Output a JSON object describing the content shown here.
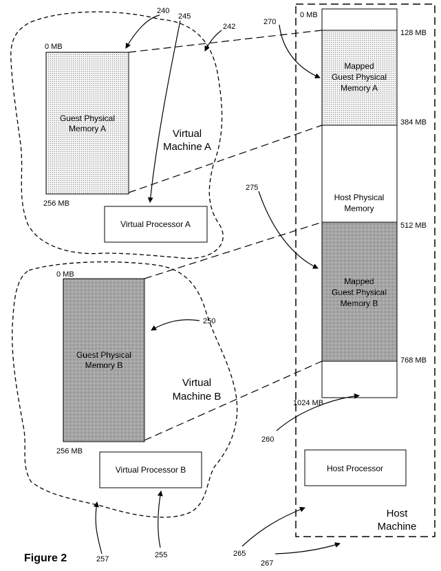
{
  "figure_label": "Figure 2",
  "vm_a": {
    "name_line1": "Virtual",
    "name_line2": "Machine A",
    "memory_line1": "Guest Physical",
    "memory_line2": "Memory A",
    "top_label": "0 MB",
    "bottom_label": "256 MB",
    "processor": "Virtual Processor A"
  },
  "vm_b": {
    "name_line1": "Virtual",
    "name_line2": "Machine B",
    "memory_line1": "Guest Physical",
    "memory_line2": "Memory B",
    "top_label": "0 MB",
    "bottom_label": "256 MB",
    "processor": "Virtual Processor B"
  },
  "host": {
    "name_line1": "Host",
    "name_line2": "Machine",
    "processor": "Host Processor",
    "memory_line1": "Host Physical",
    "memory_line2": "Memory",
    "mapped_a": [
      "Mapped",
      "Guest Physical",
      "Memory A"
    ],
    "mapped_b": [
      "Mapped",
      "Guest Physical",
      "Memory B"
    ],
    "labels": {
      "mb0": "0 MB",
      "mb128": "128 MB",
      "mb384": "384 MB",
      "mb512": "512 MB",
      "mb768": "768 MB",
      "mb1024": "1024 MB"
    }
  },
  "refs": {
    "r240": "240",
    "r242": "242",
    "r245": "245",
    "r250": "250",
    "r255": "255",
    "r257": "257",
    "r260": "260",
    "r265": "265",
    "r267": "267",
    "r270": "270",
    "r275": "275"
  },
  "colors": {
    "stroke": "#000000",
    "light_dot": "#777777",
    "dark_dot": "#222222",
    "light_fill": "#f2f2f2",
    "dark_fill": "#bdbdbd"
  }
}
